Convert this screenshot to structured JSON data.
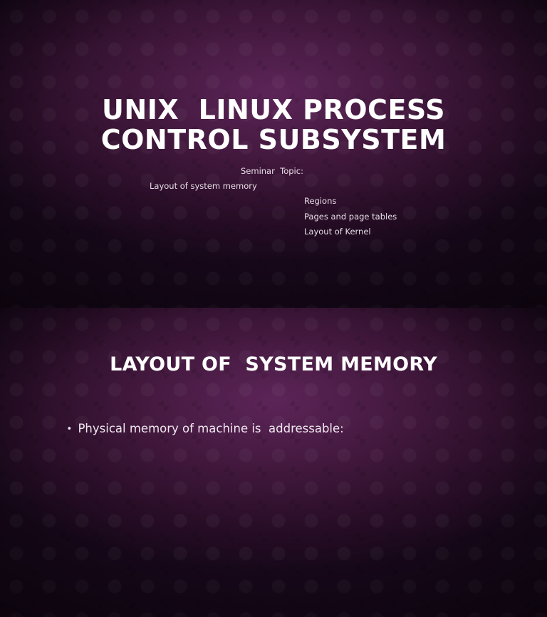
{
  "slides": [
    {
      "title": "UNIX  LINUX PROCESS\nCONTROL SUBSYSTEM",
      "subtitle_lines": [
        "Seminar  Topic:",
        "Layout of system memory",
        "Regions",
        "Pages and page tables",
        "Layout of Kernel"
      ]
    },
    {
      "title": "LAYOUT OF  SYSTEM MEMORY",
      "bullets": [
        "Physical memory of machine is  addressable:"
      ]
    }
  ],
  "theme": {
    "background_color": "#4a1b45",
    "title_color": "#ffffff",
    "text_color": "#f1e9f0"
  },
  "icons": {
    "bullet": "•"
  }
}
